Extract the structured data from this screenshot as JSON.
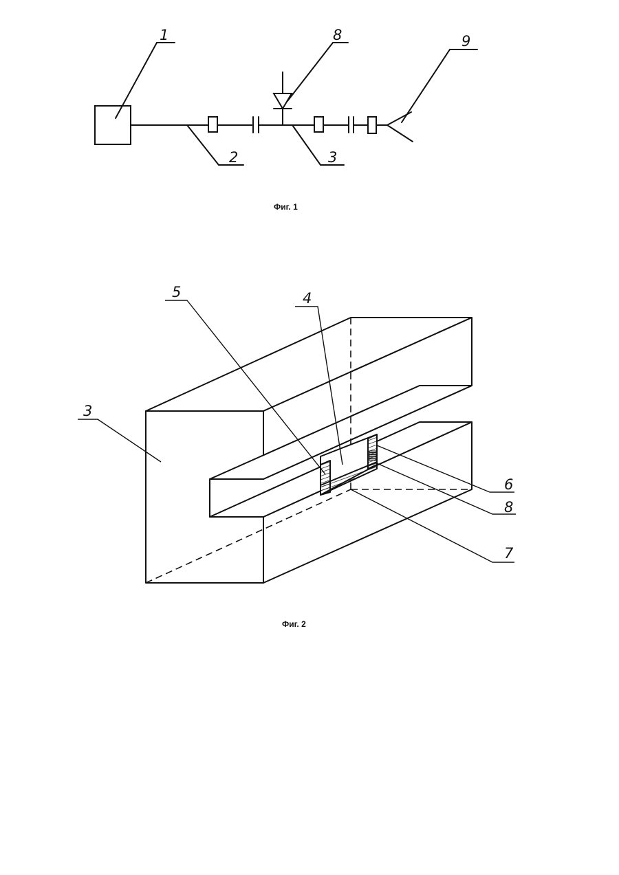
{
  "figure1": {
    "caption": "Фиг. 1",
    "labels": {
      "block": "1",
      "line_left": "2",
      "line_right": "3",
      "diode": "8",
      "horn": "9"
    }
  },
  "figure2": {
    "caption": "Фиг. 2",
    "labels": {
      "body": "3",
      "window": "4",
      "insert_left": "5",
      "insert_right": "6",
      "bottom_strip": "7",
      "diode": "8"
    }
  }
}
